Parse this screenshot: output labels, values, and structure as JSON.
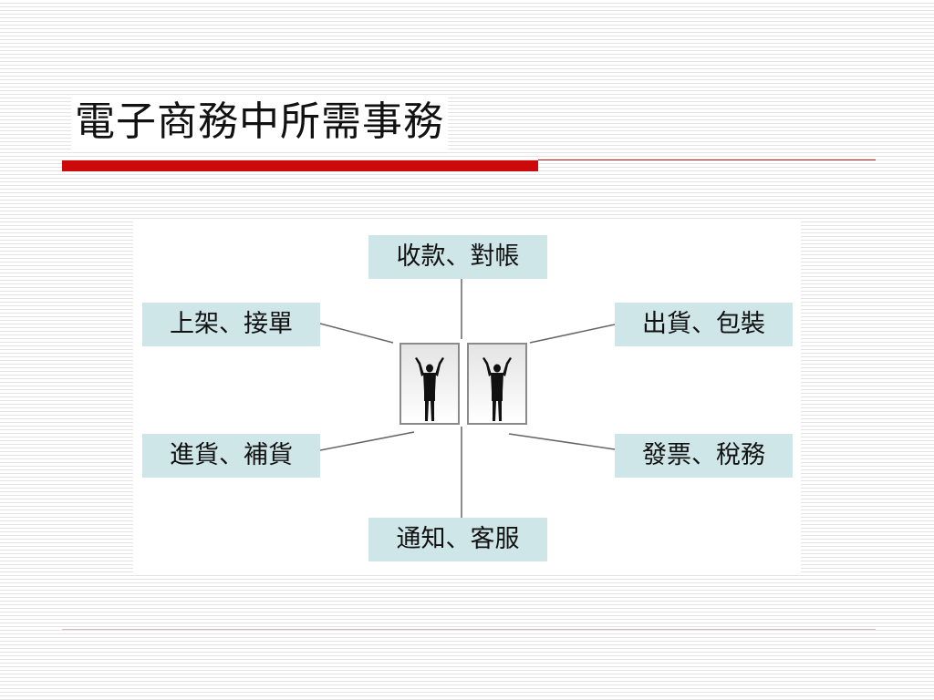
{
  "slide": {
    "title": "電子商務中所需事務"
  },
  "diagram": {
    "top": "收款、對帳",
    "upper_left": "上架、接單",
    "upper_right": "出貨、包裝",
    "lower_left": "進貨、補貨",
    "lower_right": "發票、稅務",
    "bottom": "通知、客服"
  }
}
